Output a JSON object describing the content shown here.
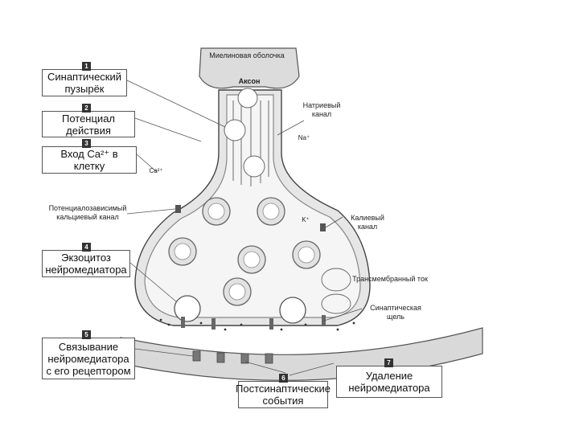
{
  "labels": {
    "myelin": "Миелиновая оболочка",
    "axon": "Аксон",
    "sodium_channel": "Натриевый канал",
    "na_ion": "Na⁺",
    "ca_ion": "Ca²⁺",
    "k_ion": "K⁺",
    "voltage_ca_channel": "Потенциалозависимый кальциевый канал",
    "potassium_channel": "Калиевый канал",
    "transmembrane_current": "Трансмембранный ток",
    "synaptic_cleft": "Синаптическая щель"
  },
  "steps": [
    {
      "num": "1",
      "text": "Синаптический пузырёк"
    },
    {
      "num": "2",
      "text": "Потенциал действия"
    },
    {
      "num": "3",
      "text": "Вход Ca²⁺ в клетку"
    },
    {
      "num": "4",
      "text": "Экзоцитоз нейромедиатора"
    },
    {
      "num": "5",
      "text": "Связывание нейромедиатора с его рецептором"
    },
    {
      "num": "6",
      "text": "Постсинаптические события"
    },
    {
      "num": "7",
      "text": "Удаление нейромедиатора"
    }
  ],
  "colors": {
    "line": "#333333",
    "membrane": "#8a8a8a",
    "fill": "#e9e9e9",
    "inner": "#f4f4f4"
  }
}
